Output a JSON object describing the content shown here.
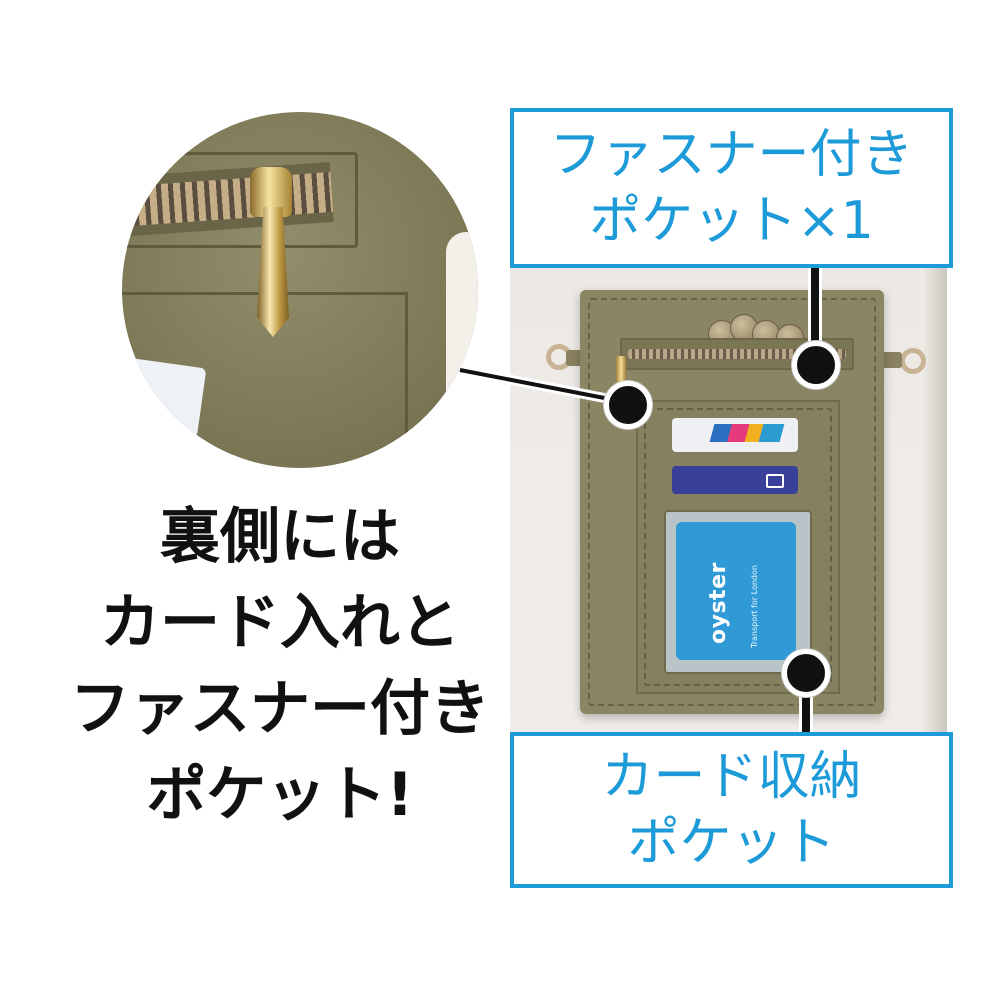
{
  "callouts": {
    "zipper_pocket": {
      "line1": "ファスナー付き",
      "line2": "ポケット×1"
    },
    "card_pocket": {
      "line1": "カード収納",
      "line2": "ポケット"
    }
  },
  "caption": {
    "lines": [
      "裏側には",
      "カード入れと",
      "ファスナー付き",
      "ポケット!"
    ]
  },
  "card": {
    "brand": "oyster",
    "subtext": "Transport for London"
  },
  "colors": {
    "accent": "#1d9ad8",
    "pouch": "#8a8563",
    "text": "#111111"
  }
}
